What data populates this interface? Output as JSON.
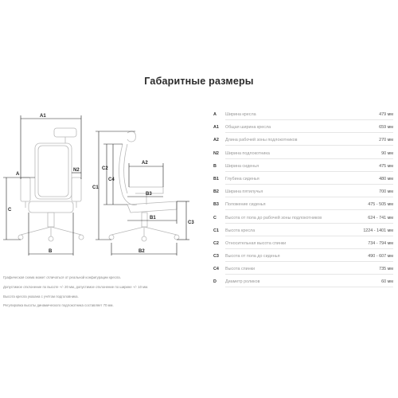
{
  "title": "Габаритные размеры",
  "diagram_labels": {
    "a1": "A1",
    "n2": "N2",
    "a": "A",
    "c": "C",
    "b": "B",
    "c2": "C2",
    "c4": "C4",
    "c1": "C1",
    "a2": "A2",
    "b3": "B3",
    "b1": "B1",
    "c3": "C3",
    "b2": "B2"
  },
  "notes": [
    "Графическая схема может отличаться от реальной конфигурации кресла.",
    "Допустимое отклонение по высоте +/- 20 мм, допустимое отклонение по ширине +/- 10 мм.",
    "Высота кресла указана с учётом подголовника.",
    "Регулировка высоты динамического подлокотника составляет 70 мм."
  ],
  "specs": [
    {
      "code": "A",
      "label": "Ширина кресла",
      "value": "479 мм"
    },
    {
      "code": "A1",
      "label": "Общая ширина кресла",
      "value": "659 мм"
    },
    {
      "code": "A2",
      "label": "Длина рабочей зоны подлокотников",
      "value": "270 мм"
    },
    {
      "code": "N2",
      "label": "Ширина подлокотника",
      "value": "90 мм"
    },
    {
      "code": "B",
      "label": "Ширина сиденья",
      "value": "475 мм"
    },
    {
      "code": "B1",
      "label": "Глубина сиденья",
      "value": "480 мм"
    },
    {
      "code": "B2",
      "label": "Ширина пятилучья",
      "value": "700 мм"
    },
    {
      "code": "B3",
      "label": "Положение сиденья",
      "value": "475 - 505 мм"
    },
    {
      "code": "C",
      "label": "Высота от пола до рабочей зоны подлокотников",
      "value": "624 - 741 мм"
    },
    {
      "code": "C1",
      "label": "Высота кресла",
      "value": "1224 - 1401 мм"
    },
    {
      "code": "C2",
      "label": "Относительная высота спинки",
      "value": "734 - 794 мм"
    },
    {
      "code": "C3",
      "label": "Высота от пола до сиденья",
      "value": "490 - 607 мм"
    },
    {
      "code": "C4",
      "label": "Высота спинки",
      "value": "735 мм"
    },
    {
      "code": "D",
      "label": "Диаметр роликов",
      "value": "60 мм"
    }
  ],
  "colors": {
    "line": "#222222",
    "chair_outline": "#b9b9b9"
  }
}
